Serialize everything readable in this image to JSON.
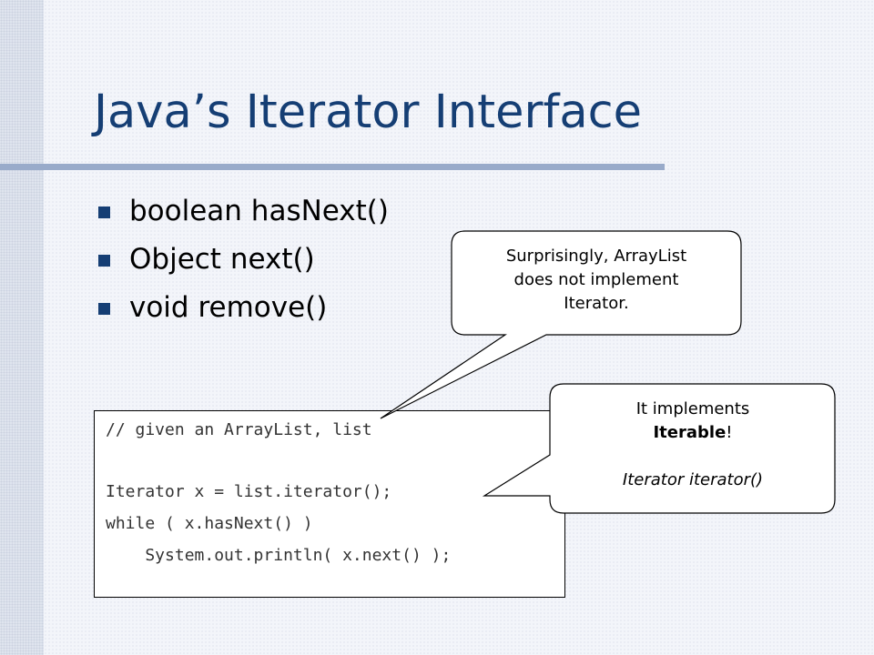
{
  "slide": {
    "title": "Java’s Iterator Interface",
    "bullets": [
      {
        "text": "boolean hasNext()"
      },
      {
        "text": "Object next()"
      },
      {
        "text": "void remove()"
      }
    ],
    "code_lines": [
      "// given an ArrayList, list",
      "Iterator x = list.iterator();",
      "while ( x.hasNext() )",
      "    System.out.println( x.next() );"
    ],
    "callout_arraylist": {
      "line1": "Surprisingly, ArrayList",
      "line2": "does not implement",
      "line3": "Iterator."
    },
    "callout_iterable": {
      "line1": "It implements",
      "line2_bold": "Iterable",
      "line2_suffix": "!",
      "line3_italic": "Iterator iterator()"
    }
  },
  "colors": {
    "title": "#153e74",
    "rule": "#99abca",
    "background": "#f3f5fa"
  }
}
